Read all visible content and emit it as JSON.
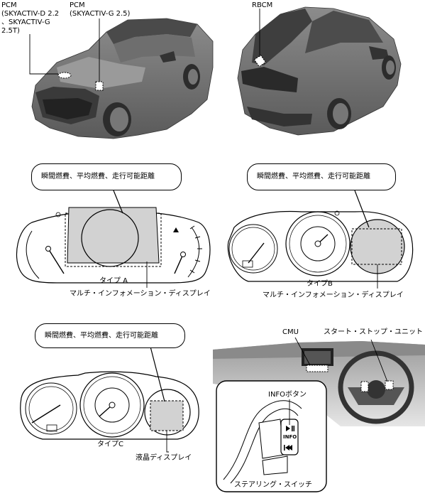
{
  "labels": {
    "pcm_diesel": [
      "PCM",
      "(SKYACTIV-D 2.2",
      "、SKYACTIV-G",
      "2.5T)"
    ],
    "pcm_petrol": [
      "PCM",
      "(SKYACTIV-G 2.5)"
    ],
    "rbcm": "RBCM",
    "bubble_a": "瞬間燃費、平均燃費、走行可能距離",
    "bubble_b": "瞬間燃費、平均燃費、走行可能距離",
    "bubble_c": "瞬間燃費、平均燃費、走行可能距離",
    "type_a": "タイプ A",
    "type_b": "タイプB",
    "type_c": "タイプC",
    "mid_a": "マルチ・インフォメーション・ディスプレイ",
    "mid_b": "マルチ・インフォメーション・ディスプレイ",
    "lcd_c": "液晶ディスプレイ",
    "cmu": "CMU",
    "start_stop": "スタート・ストップ・ユニット",
    "info_button": "INFOボタン",
    "steering_switch": "ステアリング・スイッチ",
    "info_key": "INFO"
  }
}
